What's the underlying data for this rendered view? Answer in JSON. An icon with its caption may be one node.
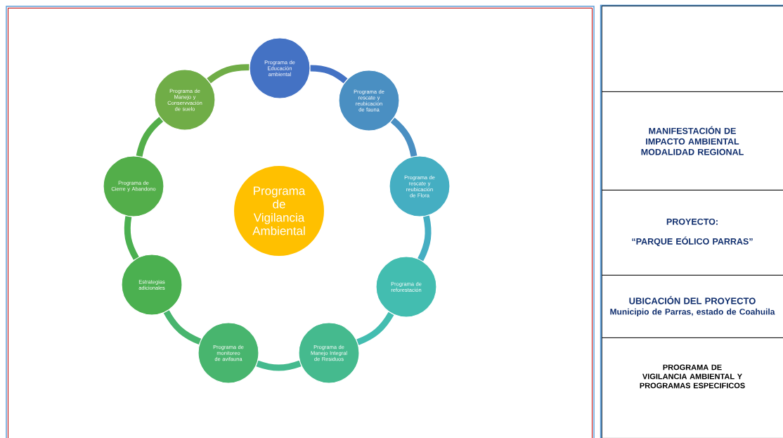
{
  "diagram": {
    "nodes": [
      {
        "text": [
          "Programa de Educación ambiental"
        ]
      },
      {
        "text": [
          "Programa de rescate y reubicación de fauna"
        ]
      },
      {
        "text": [
          "Programa de rescate y reubicación de Flora"
        ]
      },
      {
        "text": [
          "Programa de reforestación"
        ]
      },
      {
        "text": [
          "Programa de Manejo Integral de Residuos"
        ]
      },
      {
        "text": [
          "Programa de monitoreo de avifauna"
        ]
      },
      {
        "text": [
          "Estrategias adicionales"
        ]
      },
      {
        "text": [
          "Programa de Cierre y Abandono"
        ]
      },
      {
        "text": [
          "Programa de Manejo y Conservvación de suelo"
        ]
      },
      {
        "text": [
          "Programa de Vigilancia Ambiental"
        ]
      },
      {
        "text": [],
        "shape": "box"
      },
      {
        "text": [
          "MANIFESTACIÓN DE IMPACTO AMBIENTAL MODALIDAD REGIONAL"
        ]
      },
      {
        "text": [
          "PROYECTO:",
          "“PARQUE EÓLICO PARRAS”"
        ]
      },
      {
        "text": [
          "UBICACIÓN DEL PROYECTO",
          "Municipio de Parras, estado de Coahuila"
        ]
      },
      {
        "text": [
          "PROGRAMA DE VIGILANCIA AMBIENTAL Y PROGRAMAS ESPECIFICOS"
        ]
      }
    ],
    "edges": [
      {
        "from": 0,
        "to": 1,
        "arrow": "none",
        "color": "#4472c4"
      },
      {
        "from": 1,
        "to": 2,
        "arrow": "none",
        "color": "#4a8fc2"
      },
      {
        "from": 2,
        "to": 3,
        "arrow": "none",
        "color": "#45aec2"
      },
      {
        "from": 3,
        "to": 4,
        "arrow": "none",
        "color": "#43bdb0"
      },
      {
        "from": 4,
        "to": 5,
        "arrow": "none",
        "color": "#45ba8e"
      },
      {
        "from": 5,
        "to": 6,
        "arrow": "none",
        "color": "#48b56e"
      },
      {
        "from": 6,
        "to": 7,
        "arrow": "none",
        "color": "#4bb050"
      },
      {
        "from": 7,
        "to": 8,
        "arrow": "none",
        "color": "#53ae4a"
      },
      {
        "from": 8,
        "to": 0,
        "arrow": "none",
        "color": "#70ad47"
      }
    ]
  }
}
